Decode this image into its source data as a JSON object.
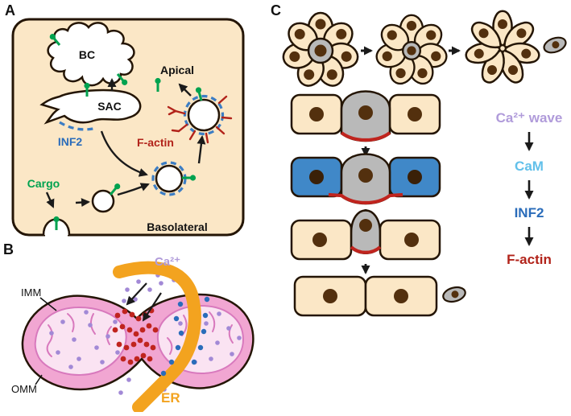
{
  "figure": {
    "panels": {
      "a": {
        "label": "A",
        "labels": {
          "bc": "BC",
          "apical": "Apical",
          "sac": "SAC",
          "inf2": "INF2",
          "f_actin": "F-actin",
          "cargo": "Cargo",
          "basolateral": "Basolateral"
        }
      },
      "b": {
        "label": "B",
        "labels": {
          "imm": "IMM",
          "omm": "OMM",
          "calcium": "Ca²⁺",
          "er": "ER"
        }
      },
      "c": {
        "label": "C",
        "cascade": [
          {
            "text": "Ca²⁺ wave",
            "color": "#b09bda"
          },
          {
            "text": "CaM",
            "color": "#62c0ea"
          },
          {
            "text": "INF2",
            "color": "#2a6cba"
          },
          {
            "text": "F-actin",
            "color": "#b2231a"
          }
        ]
      }
    },
    "colors": {
      "cell_fill": "#fbe7c6",
      "cell_outline": "#241505",
      "nucleus_brown": "#53300e",
      "dying_cell_gray": "#b9b9b9",
      "neighbor_blue": "#4088c8",
      "f_actin_red": "#b2231a",
      "actin_line_red": "#c0241e",
      "inf2_blue": "#2a6cba",
      "cargo_green": "#00a24f",
      "mito_pink": "#f1a6d2",
      "mito_inner_pink": "#fae3f2",
      "er_orange": "#f3a31f",
      "calcium_purple": "#a289d6",
      "calcium_label": "#b09bda"
    }
  }
}
